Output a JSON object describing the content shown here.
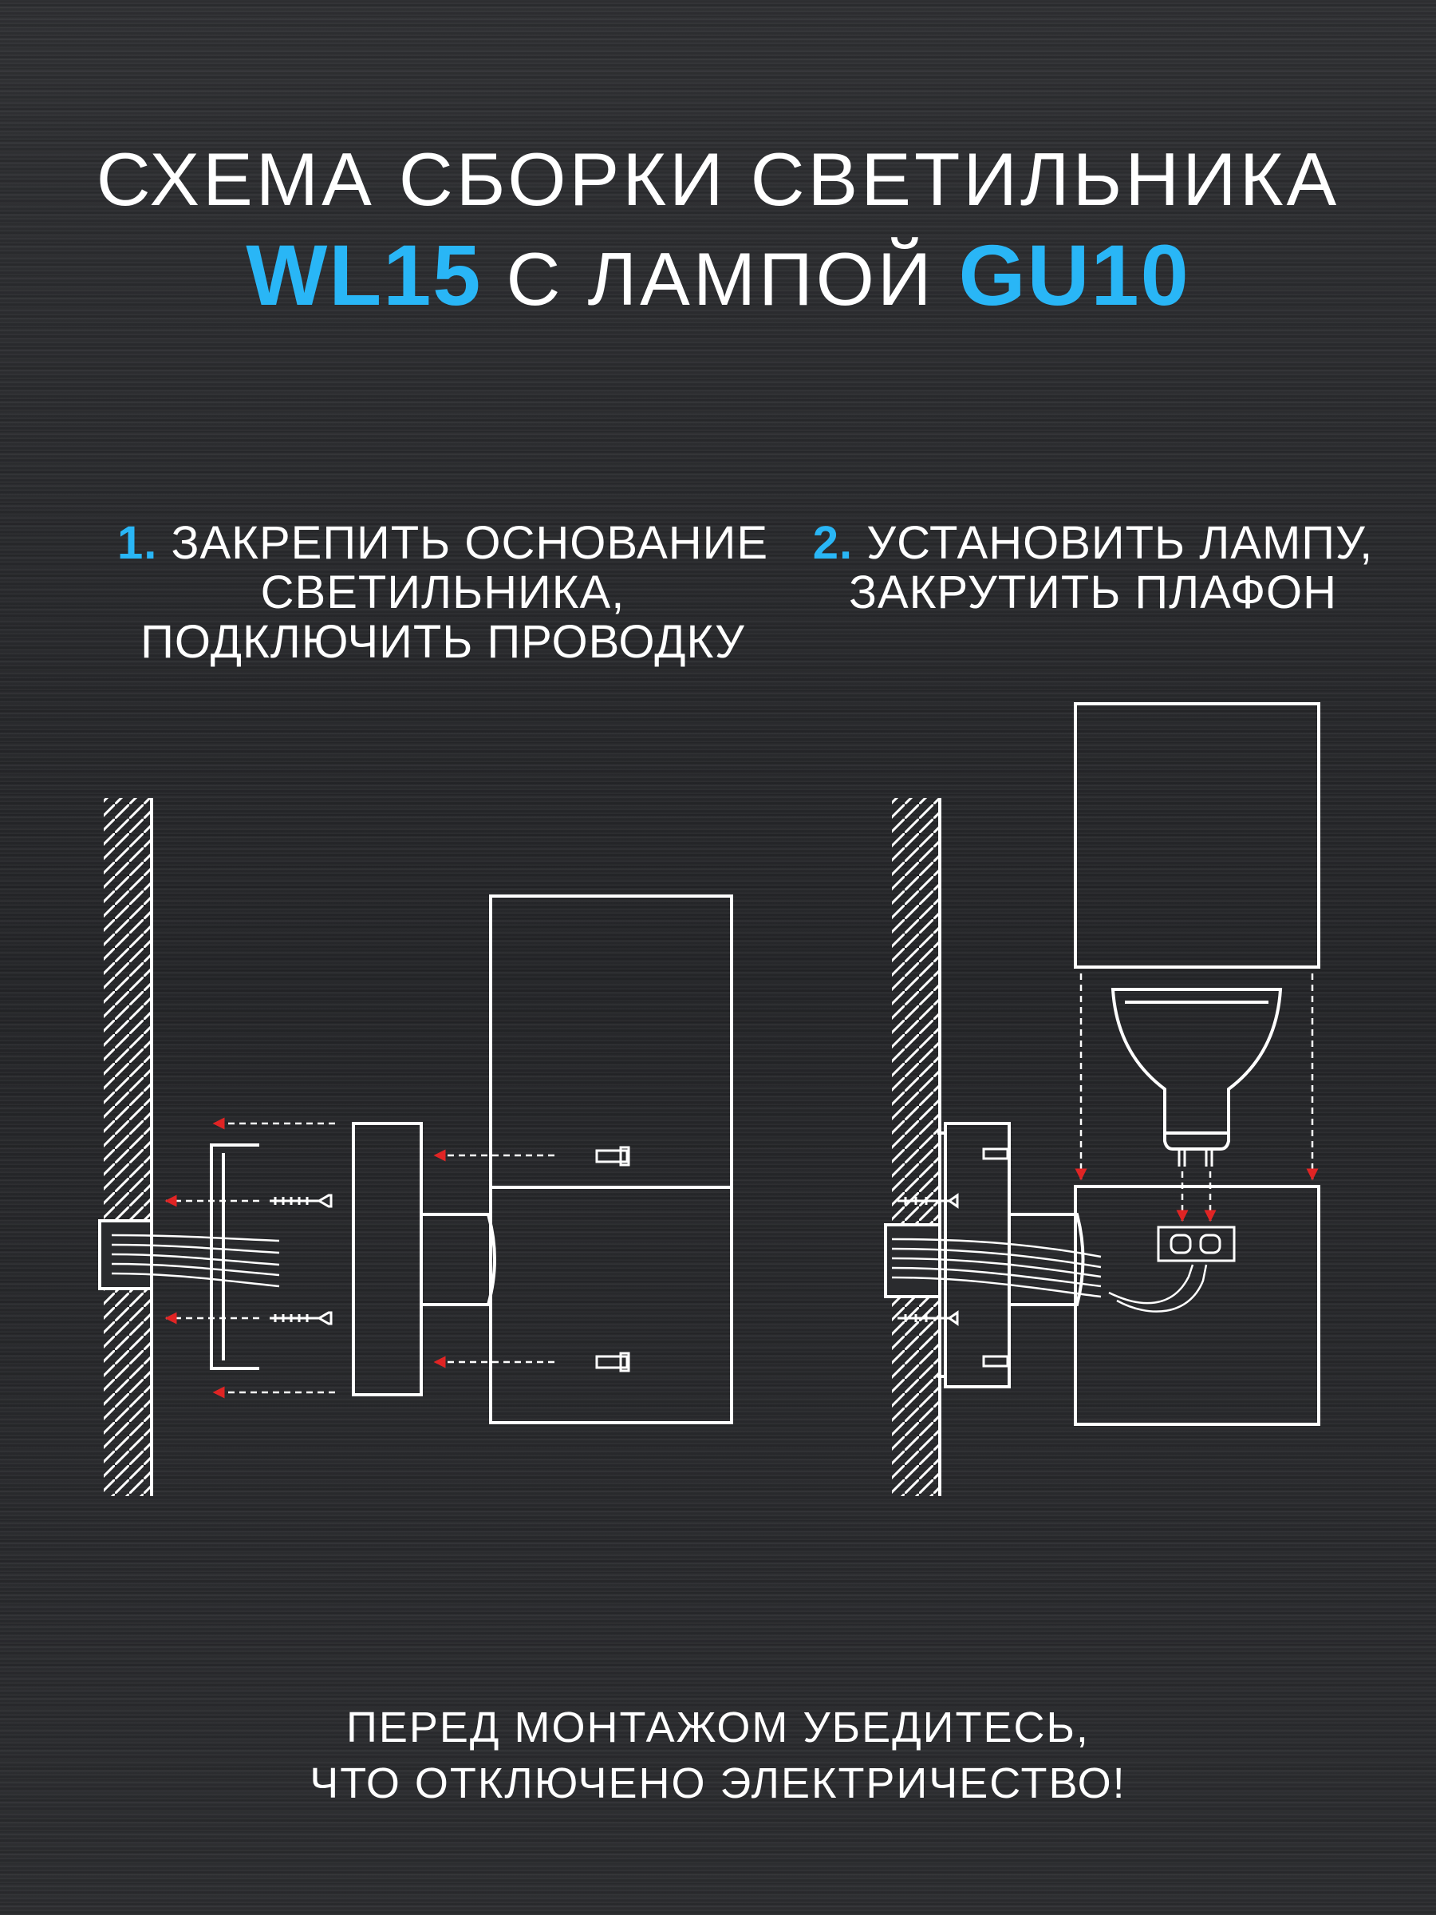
{
  "title": {
    "line1": "СХЕМА СБОРКИ СВЕТИЛЬНИКА",
    "model": "WL15",
    "middle": " С ЛАМПОЙ ",
    "lamp": "GU10"
  },
  "steps": [
    {
      "number": "1.",
      "lines": [
        "ЗАКРЕПИТЬ ОСНОВАНИЕ",
        "СВЕТИЛЬНИКА,",
        "ПОДКЛЮЧИТЬ ПРОВОДКУ"
      ]
    },
    {
      "number": "2.",
      "lines": [
        "УСТАНОВИТЬ ЛАМПУ,",
        "ЗАКРУТИТЬ ПЛАФОН"
      ]
    }
  ],
  "warning": {
    "line1": "ПЕРЕД МОНТАЖОМ УБЕДИТЕСЬ,",
    "line2": "ЧТО ОТКЛЮЧЕНО ЭЛЕКТРИЧЕСТВО!"
  },
  "colors": {
    "accent": "#29b6f6",
    "arrow": "#e02424",
    "line": "#ffffff"
  },
  "icons": [
    "wall-hatch",
    "mounting-bracket",
    "screw",
    "dowel-screw",
    "bolt",
    "lamp-gu10",
    "terminal-block",
    "wire-bundle"
  ]
}
